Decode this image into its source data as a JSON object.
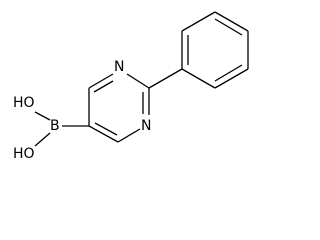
{
  "molecule": {
    "atoms": {
      "n_top": "N",
      "n_bottom": "N",
      "boron": "B",
      "hydroxyl_top": "HO",
      "hydroxyl_bottom": "HO"
    },
    "colors": {
      "bond": "#000000",
      "label": "#000000",
      "background": "#ffffff"
    }
  }
}
